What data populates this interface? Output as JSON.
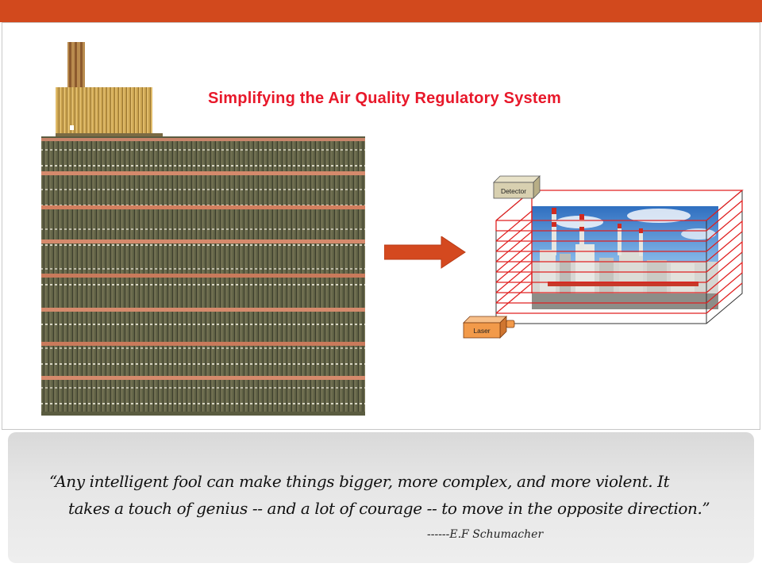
{
  "slide": {
    "title": "Simplifying the Air Quality Regulatory System"
  },
  "diagram": {
    "detector_label": "Detector",
    "laser_label": "Laser"
  },
  "quote": {
    "line1": "“Any intelligent fool can make things bigger, more complex, and more violent.  It",
    "line2": "takes a touch of genius -- and a lot of courage -- to move in the opposite direction.”",
    "author": "------E.F Schumacher"
  },
  "colors": {
    "accent_bar": "#d2491d",
    "title_red": "#e8182a",
    "arrow": "#d4491f",
    "laser_lines": "#e02020",
    "label_box_detector": "#d8d0b0",
    "label_box_laser": "#f29a4a"
  }
}
